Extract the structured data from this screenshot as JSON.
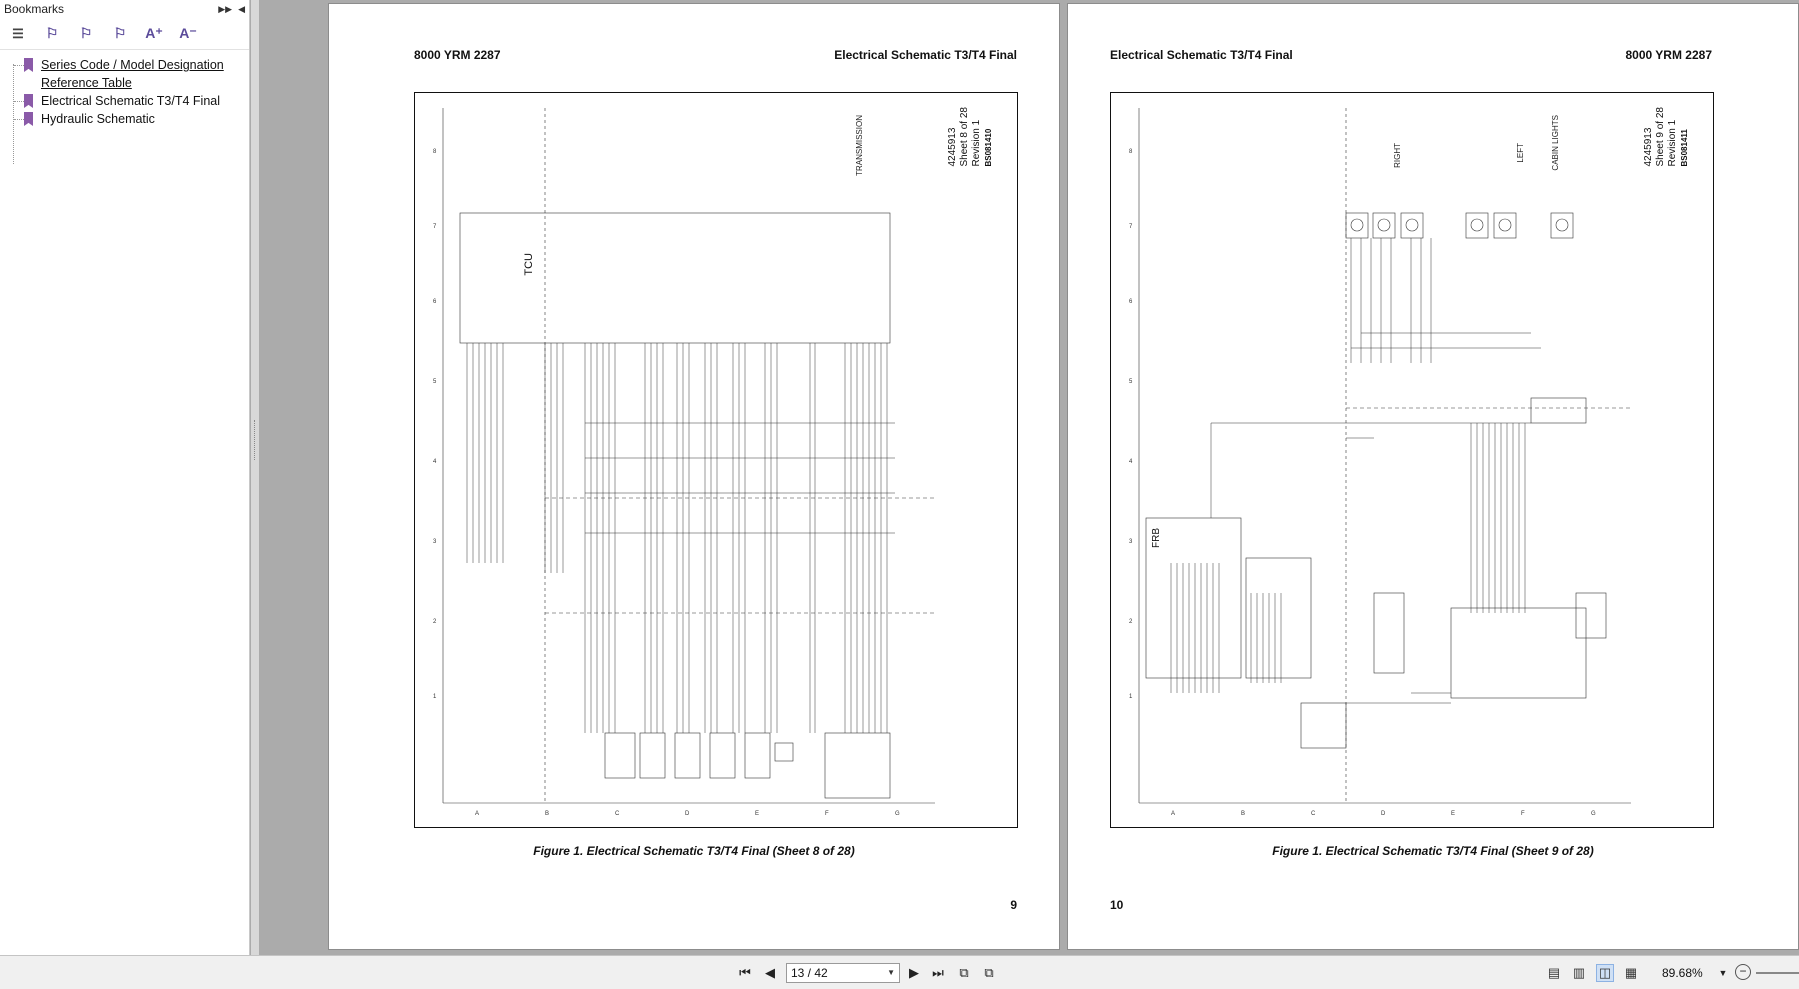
{
  "bookmarks": {
    "title": "Bookmarks",
    "items": [
      {
        "label": "Series Code / Model Designation Reference Table",
        "line1": "Series Code / Model Designation",
        "line2": "Reference Table"
      },
      {
        "label": "Electrical Schematic T3/T4 Final"
      },
      {
        "label": "Hydraulic Schematic"
      }
    ]
  },
  "left_page": {
    "header_left": "8000 YRM 2287",
    "header_right": "Electrical Schematic T3/T4 Final",
    "sheet": {
      "doc": "4245913",
      "sheet": "Sheet 8 of 28",
      "revision": "Revision 1",
      "code": "BS081410"
    },
    "section_transmission": "TRANSMISSION",
    "tcu_label": "TCU",
    "caption": "Figure 1. Electrical Schematic T3/T4 Final (Sheet 8 of 28)",
    "page_number": "9"
  },
  "right_page": {
    "header_left": "Electrical Schematic T3/T4 Final",
    "header_right": "8000 YRM 2287",
    "sheet": {
      "doc": "4245913",
      "sheet": "Sheet 9 of 28",
      "revision": "Revision 1",
      "code": "BS081411"
    },
    "section_cabin": "CABIN LIGHTS",
    "section_right": "RIGHT",
    "section_left": "LEFT",
    "frb_label": "FRB",
    "caption": "Figure 1. Electrical Schematic T3/T4 Final (Sheet 9 of 28)",
    "page_number": "10"
  },
  "navigation": {
    "page_display": "13 / 42",
    "zoom": "89.68%"
  }
}
